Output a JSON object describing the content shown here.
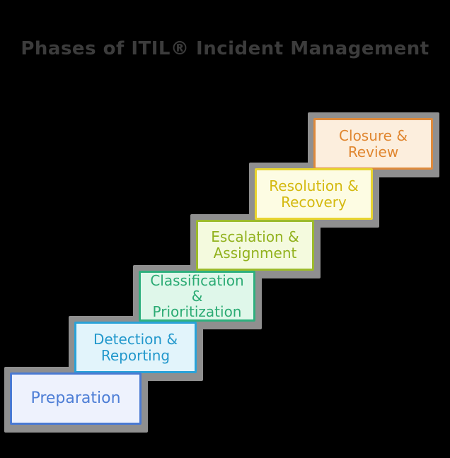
{
  "title": "Phases of ITIL® Incident Management",
  "colors": {
    "background": "#000000",
    "title_text": "#3c3c3c",
    "shadow": "#8f8f8f"
  },
  "steps": [
    {
      "name": "Preparation",
      "lines": [
        "Preparation"
      ],
      "fill": "#eef2fd",
      "border": "#4a7ad2",
      "text": "#4d7ed6"
    },
    {
      "name": "Detection & Reporting",
      "lines": [
        "Detection &",
        "Reporting"
      ],
      "fill": "#e2f4fb",
      "border": "#2aa2d8",
      "text": "#2298cc"
    },
    {
      "name": "Classification & Prioritization",
      "lines": [
        "Classification",
        "&",
        "Prioritization"
      ],
      "fill": "#dff7ea",
      "border": "#2eb07e",
      "text": "#2bab74"
    },
    {
      "name": "Escalation & Assignment",
      "lines": [
        "Escalation &",
        "Assignment"
      ],
      "fill": "#f4fade",
      "border": "#9cbb2b",
      "text": "#92b21e"
    },
    {
      "name": "Resolution & Recovery",
      "lines": [
        "Resolution &",
        "Recovery"
      ],
      "fill": "#fdfce3",
      "border": "#e8d430",
      "text": "#d4b90f"
    },
    {
      "name": "Closure & Review",
      "lines": [
        "Closure &",
        "Review"
      ],
      "fill": "#fceedd",
      "border": "#de8a3c",
      "text": "#e0862f"
    }
  ]
}
